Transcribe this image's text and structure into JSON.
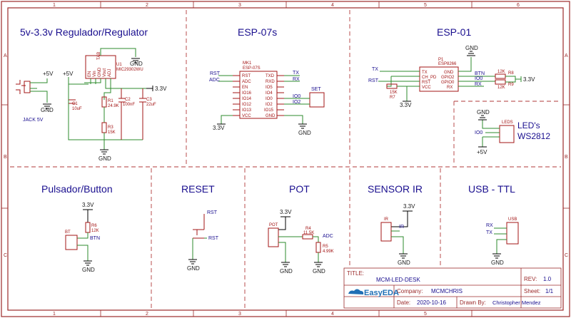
{
  "sections": {
    "regulator": "5v-3.3v Regulador/Regulator",
    "esp07": "ESP-07s",
    "esp01": "ESP-01",
    "leds": "LED's",
    "leds2": "WS2812",
    "button": "Pulsador/Button",
    "reset": "RESET",
    "pot": "POT",
    "sensor": "SENSOR IR",
    "usb": "USB - TTL"
  },
  "grid": {
    "cols": [
      "1",
      "2",
      "3",
      "4",
      "5",
      "6"
    ],
    "rows": [
      "A",
      "B",
      "C"
    ]
  },
  "regulator": {
    "jack": "JACK 5V",
    "p5v_a": "+5V",
    "p5v_b": "+5V",
    "gnd_a": "GND",
    "gnd_b": "GND",
    "gnd_c": "GND",
    "out33": "3.3V",
    "ic_name": "U1",
    "ic_part": "MIC29302WU",
    "ic_pins": [
      "EN",
      "Vin",
      "GND",
      "Vout",
      "ADJ",
      "TAB"
    ],
    "c1": "C1",
    "c1v": "10uF",
    "r1": "R1",
    "r1v": "24.9K",
    "c2": "C2",
    "c2v": "100nF",
    "c3": "C3",
    "c3v": "22uF",
    "r3": "R3",
    "r3v": "15K"
  },
  "esp07": {
    "name": "MK1",
    "part": "ESP-07S",
    "left_pins": [
      "RST",
      "ADC",
      "EN",
      "IO16",
      "IO14",
      "IO12",
      "IO13",
      "VCC"
    ],
    "right_pins": [
      "TXD",
      "RXD",
      "IO5",
      "IO4",
      "IO0",
      "IO2",
      "IO15",
      "GND"
    ],
    "nets_left": [
      "RST",
      "ADC"
    ],
    "nets_right": [
      "TX",
      "RX",
      "IO0",
      "IO2"
    ],
    "set": "SET",
    "v33": "3.3V",
    "gnd": "GND"
  },
  "esp01": {
    "name": "P1",
    "part": "ESP8266",
    "left_pins": [
      "TX",
      "CH_PD",
      "RST",
      "VCC"
    ],
    "right_pins": [
      "GND",
      "GPIO2",
      "GPIO0",
      "RX"
    ],
    "tx": "TX",
    "rst": "RST",
    "r7": "R7",
    "r7v": "15K",
    "v33": "3.3V",
    "gnd": "GND",
    "btn": "BTN",
    "io0": "IO0",
    "rx": "RX",
    "r8": "R8",
    "r8v": "12K",
    "r9": "R9",
    "r9v": "12K",
    "out33": "3.3V"
  },
  "leds": {
    "name": "LEDS",
    "gnd": "GND",
    "io0": "IO0",
    "p5v": "+5V"
  },
  "button": {
    "v33": "3.3V",
    "r6": "R6",
    "r6v": "12K",
    "btn": "BTN",
    "bt": "BT",
    "gnd": "GND"
  },
  "reset": {
    "rst_a": "RST",
    "rst_b": "RST",
    "gnd": "GND"
  },
  "pot": {
    "v33": "3.3V",
    "name": "POT",
    "r4": "R4",
    "r4v": "11.5K",
    "adc": "ADC",
    "r5": "R5",
    "r5v": "4.99K",
    "gnd_a": "GND",
    "gnd_b": "GND"
  },
  "sensor": {
    "v33": "3.3V",
    "name": "IR",
    "ir": "IR",
    "gnd": "GND"
  },
  "usb": {
    "name": "USB",
    "rx": "RX",
    "tx": "TX",
    "gnd": "GND"
  },
  "titleblock": {
    "title_label": "TITLE:",
    "title": "MCM-LED-DESK",
    "rev_label": "REV:",
    "rev": "1.0",
    "company_label": "Company:",
    "company": "MCMCHRIS",
    "sheet_label": "Sheet:",
    "sheet": "1/1",
    "date_label": "Date:",
    "date": "2020-10-16",
    "drawn_label": "Drawn By:",
    "drawn": "Christopher Mendez",
    "logo": "EasyEDA"
  }
}
